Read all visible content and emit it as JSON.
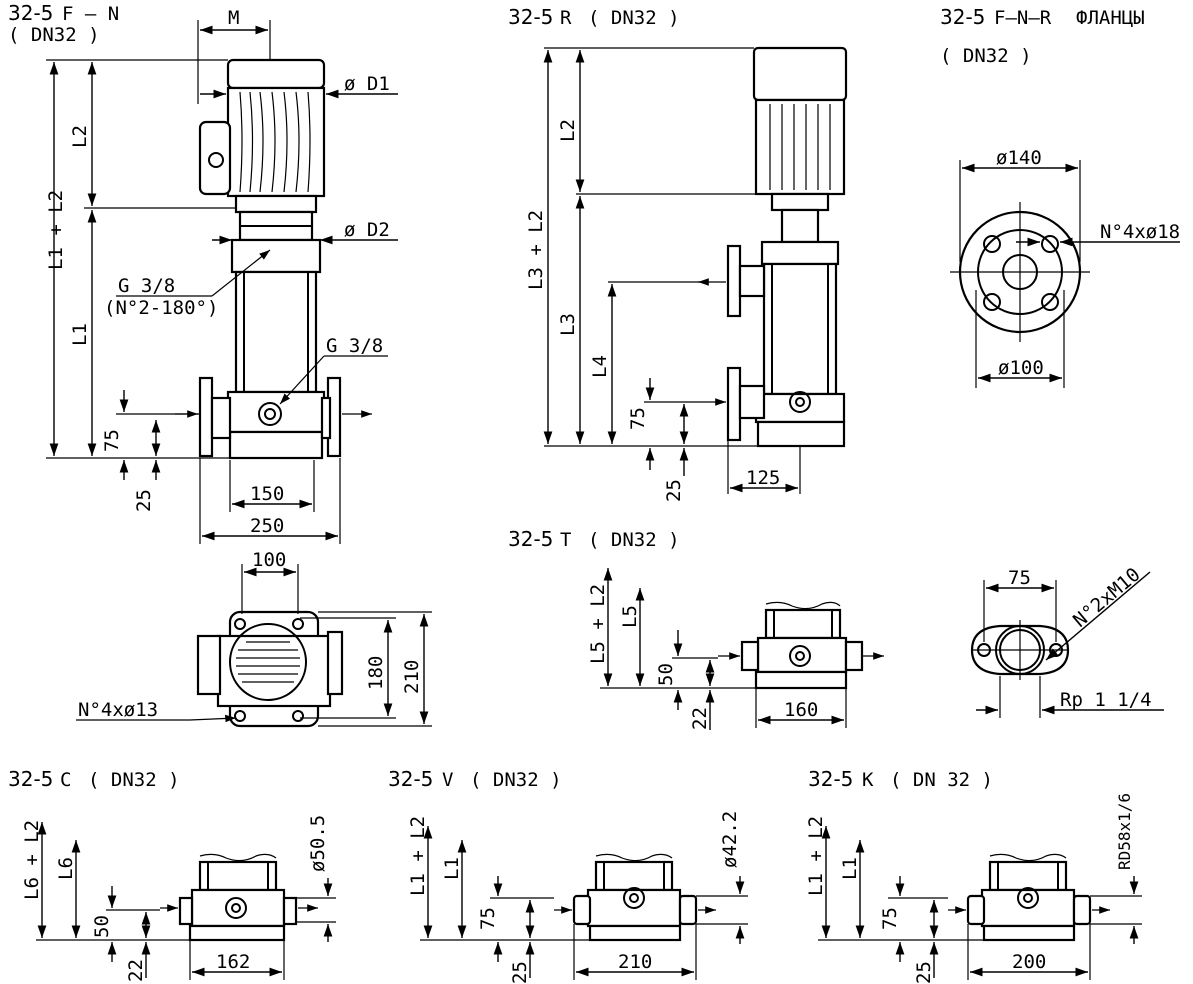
{
  "views": {
    "fn": {
      "title_model": "32-5",
      "title_type": "F – N",
      "title_dn": "( DN32 )",
      "dim_m": "M",
      "dim_d1": "ø D1",
      "dim_d2": "ø D2",
      "dim_l2": "L2",
      "dim_l1l2": "L1 + L2",
      "dim_l1": "L1",
      "dim_g38_a": "G 3/8",
      "dim_g38_note": "(N°2-180°)",
      "dim_g38_b": "G 3/8",
      "dim_75": "75",
      "dim_25": "25",
      "dim_150": "150",
      "dim_250": "250"
    },
    "top": {
      "dim_100": "100",
      "dim_180": "180",
      "dim_210": "210",
      "dim_holes": "N°4xø13"
    },
    "r": {
      "title_model": "32-5",
      "title_type": "R",
      "title_dn": "( DN32 )",
      "dim_l2": "L2",
      "dim_l3l2": "L3 + L2",
      "dim_l3": "L3",
      "dim_l4": "L4",
      "dim_75": "75",
      "dim_25": "25",
      "dim_125": "125"
    },
    "flange": {
      "title_model": "32-5",
      "title_type": "F–N–R",
      "title_word": "ФЛАНЦЫ",
      "title_dn": "( DN32 )",
      "dim_140": "ø140",
      "dim_100": "ø100",
      "dim_holes": "N°4xø18"
    },
    "t": {
      "title_model": "32-5",
      "title_type": "T",
      "title_dn": "( DN32 )",
      "dim_l5l2": "L5 + L2",
      "dim_l5": "L5",
      "dim_50": "50",
      "dim_22": "22",
      "dim_160": "160"
    },
    "oval": {
      "dim_75": "75",
      "dim_holes": "N°2xM10",
      "dim_rp": "Rp 1 1/4"
    },
    "c": {
      "title_model": "32-5",
      "title_type": "C",
      "title_dn": "( DN32 )",
      "dim_l6l2": "L6 + L2",
      "dim_l6": "L6",
      "dim_50": "50",
      "dim_22": "22",
      "dim_162": "162",
      "dim_dia": "ø50.5"
    },
    "v": {
      "title_model": "32-5",
      "title_type": "V",
      "title_dn": "( DN32 )",
      "dim_l1l2": "L1 + L2",
      "dim_l1": "L1",
      "dim_75": "75",
      "dim_25": "25",
      "dim_210": "210",
      "dim_dia": "ø42.2"
    },
    "k": {
      "title_model": "32-5",
      "title_type": "K",
      "title_dn": "( DN 32 )",
      "dim_l1l2": "L1 + L2",
      "dim_l1": "L1",
      "dim_75": "75",
      "dim_25": "25",
      "dim_200": "200",
      "dim_rd": "RD58x1/6"
    }
  }
}
